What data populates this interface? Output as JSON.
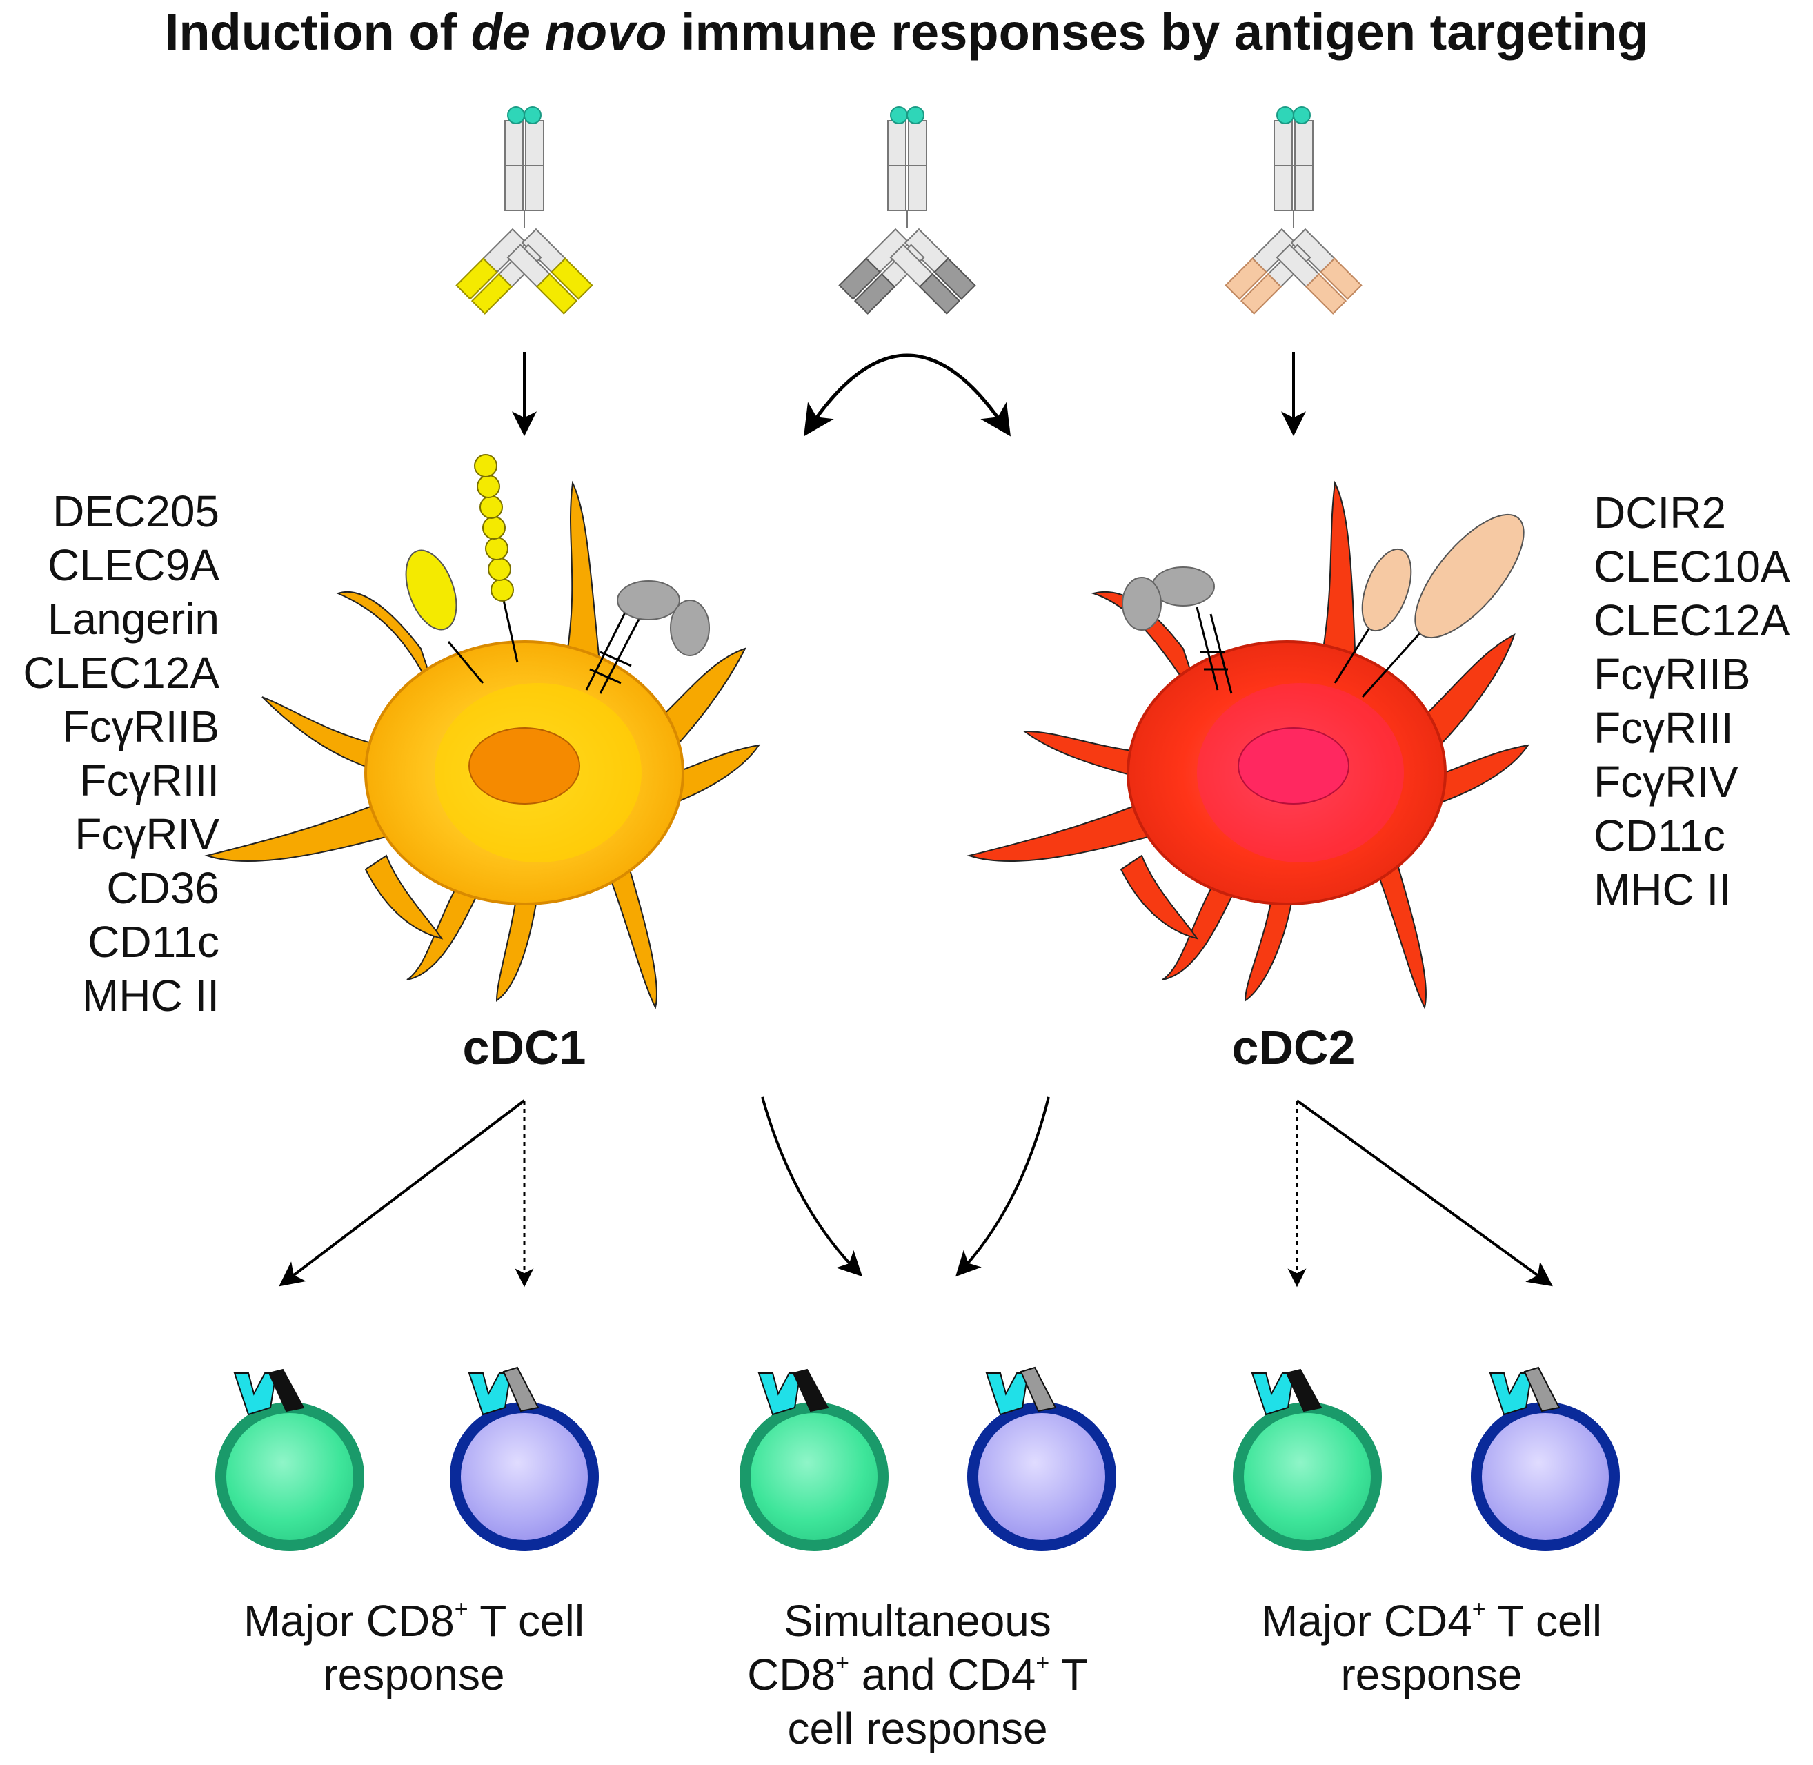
{
  "title": {
    "before": "Induction of ",
    "italic": "de novo",
    "after": " immune responses by antigen targeting"
  },
  "cdc1": {
    "label": "cDC1",
    "receptors": [
      "DEC205",
      "CLEC9A",
      "Langerin",
      "CLEC12A",
      "FcγRIIB",
      "FcγRIII",
      "FcγRIV",
      "CD36",
      "CD11c",
      "MHC II"
    ]
  },
  "cdc2": {
    "label": "cDC2",
    "receptors": [
      "DCIR2",
      "CLEC10A",
      "CLEC12A",
      "FcγRIIB",
      "FcγRIII",
      "FcγRIV",
      "CD11c",
      "MHC II"
    ]
  },
  "outcomes": [
    {
      "line1_a": "Major CD8",
      "line1_sup": "+",
      "line1_b": " T cell",
      "line2": "response",
      "line3": ""
    },
    {
      "line1_a": "Simultaneous",
      "line1_sup": "",
      "line1_b": "",
      "line2_a": "CD8",
      "line2_sup1": "+",
      "line2_b": " and CD4",
      "line2_sup2": "+",
      "line2_c": " T",
      "line3": "cell response"
    },
    {
      "line1_a": "Major CD4",
      "line1_sup": "+",
      "line1_b": " T cell",
      "line2": "response",
      "line3": ""
    }
  ],
  "colors": {
    "antibody_left_tip": "#f4ea00",
    "antibody_middle_tip": "#9a9a9a",
    "antibody_right_tip": "#f6c9a3",
    "antigen": "#2fd6b8",
    "cdc1_body": "#f7a800",
    "cdc2_body": "#f73a12",
    "cd8_tcell": "#2fbf7a",
    "cd4_tcell": "#0a2a9a"
  }
}
